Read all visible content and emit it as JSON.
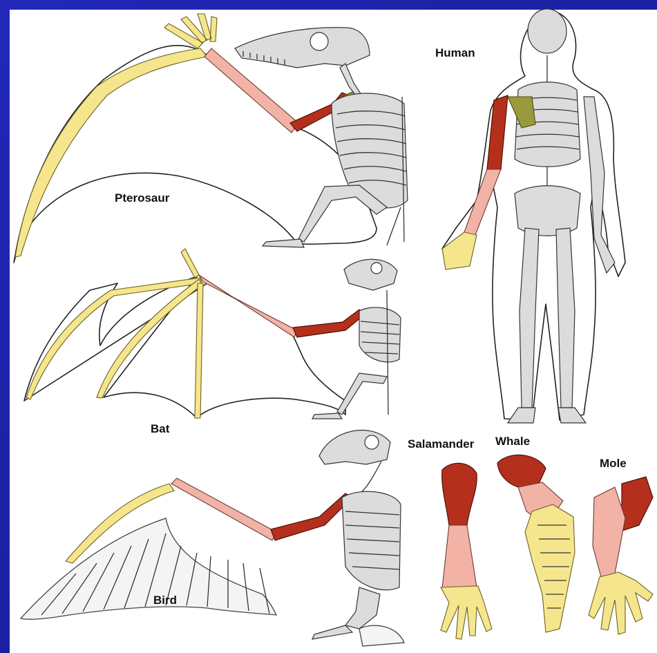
{
  "labels": {
    "pterosaur": "Pterosaur",
    "bat": "Bat",
    "bird": "Bird",
    "human": "Human",
    "salamander": "Salamander",
    "whale": "Whale",
    "mole": "Mole"
  },
  "colors": {
    "background": "#1a1f9e",
    "panel": "#ffffff",
    "humerus": "#b5301c",
    "radius_ulna": "#f2b3a6",
    "hand": "#f5e68e",
    "scapula": "#9a9a3c",
    "skeleton": "#dcdcdc",
    "outline": "#222222"
  }
}
